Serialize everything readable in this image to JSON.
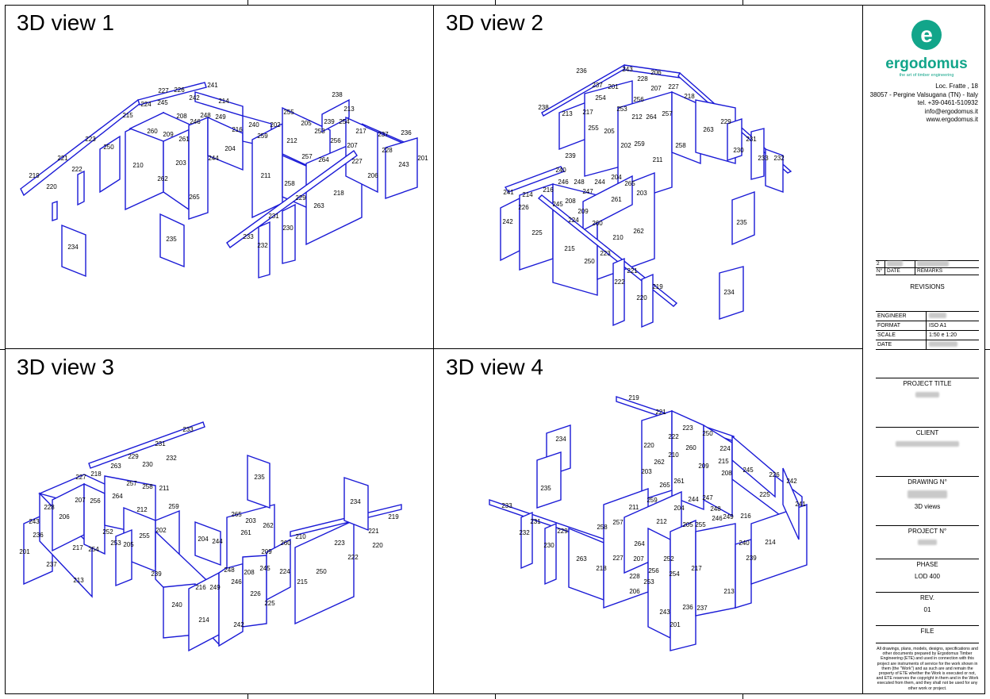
{
  "panels": [
    {
      "title": "3D view 1"
    },
    {
      "title": "3D view 2"
    },
    {
      "title": "3D view 3"
    },
    {
      "title": "3D view 4"
    }
  ],
  "views": [
    {
      "labels": [
        {
          "t": "219"
        },
        {
          "t": "220"
        },
        {
          "t": "221"
        },
        {
          "t": "222"
        },
        {
          "t": "223"
        },
        {
          "t": "250"
        },
        {
          "t": "215"
        },
        {
          "t": "224"
        },
        {
          "t": "245"
        },
        {
          "t": "227"
        },
        {
          "t": "226"
        },
        {
          "t": "242"
        },
        {
          "t": "241"
        },
        {
          "t": "214"
        },
        {
          "t": "208"
        },
        {
          "t": "246"
        },
        {
          "t": "248"
        },
        {
          "t": "249"
        },
        {
          "t": "216"
        },
        {
          "t": "240"
        },
        {
          "t": "260"
        },
        {
          "t": "209"
        },
        {
          "t": "261"
        },
        {
          "t": "203"
        },
        {
          "t": "210"
        },
        {
          "t": "262"
        },
        {
          "t": "265"
        },
        {
          "t": "244"
        },
        {
          "t": "204"
        },
        {
          "t": "259"
        },
        {
          "t": "202"
        },
        {
          "t": "255"
        },
        {
          "t": "205"
        },
        {
          "t": "253"
        },
        {
          "t": "239"
        },
        {
          "t": "254"
        },
        {
          "t": "238"
        },
        {
          "t": "213"
        },
        {
          "t": "217"
        },
        {
          "t": "237"
        },
        {
          "t": "236"
        },
        {
          "t": "212"
        },
        {
          "t": "256"
        },
        {
          "t": "207"
        },
        {
          "t": "228"
        },
        {
          "t": "201"
        },
        {
          "t": "211"
        },
        {
          "t": "257"
        },
        {
          "t": "264"
        },
        {
          "t": "227"
        },
        {
          "t": "243"
        },
        {
          "t": "258"
        },
        {
          "t": "206"
        },
        {
          "t": "218"
        },
        {
          "t": "229"
        },
        {
          "t": "263"
        },
        {
          "t": "231"
        },
        {
          "t": "230"
        },
        {
          "t": "233"
        },
        {
          "t": "232"
        },
        {
          "t": "234"
        },
        {
          "t": "235"
        }
      ]
    },
    {
      "labels": [
        {
          "t": "236"
        },
        {
          "t": "243"
        },
        {
          "t": "228"
        },
        {
          "t": "206"
        },
        {
          "t": "237"
        },
        {
          "t": "201"
        },
        {
          "t": "207"
        },
        {
          "t": "227"
        },
        {
          "t": "238"
        },
        {
          "t": "213"
        },
        {
          "t": "217"
        },
        {
          "t": "254"
        },
        {
          "t": "256"
        },
        {
          "t": "253"
        },
        {
          "t": "218"
        },
        {
          "t": "255"
        },
        {
          "t": "205"
        },
        {
          "t": "212"
        },
        {
          "t": "264"
        },
        {
          "t": "257"
        },
        {
          "t": "263"
        },
        {
          "t": "229"
        },
        {
          "t": "202"
        },
        {
          "t": "259"
        },
        {
          "t": "258"
        },
        {
          "t": "230"
        },
        {
          "t": "231"
        },
        {
          "t": "233"
        },
        {
          "t": "232"
        },
        {
          "t": "211"
        },
        {
          "t": "239"
        },
        {
          "t": "240"
        },
        {
          "t": "241"
        },
        {
          "t": "214"
        },
        {
          "t": "246"
        },
        {
          "t": "248"
        },
        {
          "t": "216"
        },
        {
          "t": "244"
        },
        {
          "t": "204"
        },
        {
          "t": "247"
        },
        {
          "t": "265"
        },
        {
          "t": "203"
        },
        {
          "t": "226"
        },
        {
          "t": "245"
        },
        {
          "t": "208"
        },
        {
          "t": "261"
        },
        {
          "t": "242"
        },
        {
          "t": "224"
        },
        {
          "t": "209"
        },
        {
          "t": "260"
        },
        {
          "t": "225"
        },
        {
          "t": "210"
        },
        {
          "t": "262"
        },
        {
          "t": "215"
        },
        {
          "t": "223"
        },
        {
          "t": "250"
        },
        {
          "t": "221"
        },
        {
          "t": "222"
        },
        {
          "t": "219"
        },
        {
          "t": "220"
        },
        {
          "t": "235"
        },
        {
          "t": "234"
        }
      ]
    },
    {
      "labels": [
        {
          "t": "233"
        },
        {
          "t": "231"
        },
        {
          "t": "232"
        },
        {
          "t": "229"
        },
        {
          "t": "230"
        },
        {
          "t": "263"
        },
        {
          "t": "218"
        },
        {
          "t": "227"
        },
        {
          "t": "257"
        },
        {
          "t": "258"
        },
        {
          "t": "211"
        },
        {
          "t": "264"
        },
        {
          "t": "212"
        },
        {
          "t": "207"
        },
        {
          "t": "256"
        },
        {
          "t": "228"
        },
        {
          "t": "206"
        },
        {
          "t": "243"
        },
        {
          "t": "236"
        },
        {
          "t": "201"
        },
        {
          "t": "259"
        },
        {
          "t": "252"
        },
        {
          "t": "253"
        },
        {
          "t": "205"
        },
        {
          "t": "255"
        },
        {
          "t": "202"
        },
        {
          "t": "217"
        },
        {
          "t": "254"
        },
        {
          "t": "237"
        },
        {
          "t": "213"
        },
        {
          "t": "235"
        },
        {
          "t": "234"
        },
        {
          "t": "219"
        },
        {
          "t": "221"
        },
        {
          "t": "220"
        },
        {
          "t": "223"
        },
        {
          "t": "222"
        },
        {
          "t": "250"
        },
        {
          "t": "215"
        },
        {
          "t": "224"
        },
        {
          "t": "265"
        },
        {
          "t": "203"
        },
        {
          "t": "262"
        },
        {
          "t": "261"
        },
        {
          "t": "260"
        },
        {
          "t": "210"
        },
        {
          "t": "209"
        },
        {
          "t": "245"
        },
        {
          "t": "204"
        },
        {
          "t": "244"
        },
        {
          "t": "248"
        },
        {
          "t": "246"
        },
        {
          "t": "208"
        },
        {
          "t": "226"
        },
        {
          "t": "225"
        },
        {
          "t": "249"
        },
        {
          "t": "216"
        },
        {
          "t": "239"
        },
        {
          "t": "240"
        },
        {
          "t": "214"
        },
        {
          "t": "242"
        }
      ]
    },
    {
      "labels": [
        {
          "t": "219"
        },
        {
          "t": "221"
        },
        {
          "t": "223"
        },
        {
          "t": "222"
        },
        {
          "t": "250"
        },
        {
          "t": "220"
        },
        {
          "t": "260"
        },
        {
          "t": "210"
        },
        {
          "t": "262"
        },
        {
          "t": "224"
        },
        {
          "t": "215"
        },
        {
          "t": "209"
        },
        {
          "t": "203"
        },
        {
          "t": "261"
        },
        {
          "t": "208"
        },
        {
          "t": "245"
        },
        {
          "t": "226"
        },
        {
          "t": "242"
        },
        {
          "t": "241"
        },
        {
          "t": "234"
        },
        {
          "t": "235"
        },
        {
          "t": "233"
        },
        {
          "t": "231"
        },
        {
          "t": "232"
        },
        {
          "t": "229"
        },
        {
          "t": "230"
        },
        {
          "t": "265"
        },
        {
          "t": "211"
        },
        {
          "t": "259"
        },
        {
          "t": "244"
        },
        {
          "t": "247"
        },
        {
          "t": "204"
        },
        {
          "t": "248"
        },
        {
          "t": "216"
        },
        {
          "t": "225"
        },
        {
          "t": "258"
        },
        {
          "t": "257"
        },
        {
          "t": "212"
        },
        {
          "t": "205"
        },
        {
          "t": "255"
        },
        {
          "t": "249"
        },
        {
          "t": "246"
        },
        {
          "t": "240"
        },
        {
          "t": "214"
        },
        {
          "t": "239"
        },
        {
          "t": "264"
        },
        {
          "t": "263"
        },
        {
          "t": "218"
        },
        {
          "t": "227"
        },
        {
          "t": "207"
        },
        {
          "t": "256"
        },
        {
          "t": "252"
        },
        {
          "t": "217"
        },
        {
          "t": "228"
        },
        {
          "t": "253"
        },
        {
          "t": "254"
        },
        {
          "t": "206"
        },
        {
          "t": "213"
        },
        {
          "t": "243"
        },
        {
          "t": "236"
        },
        {
          "t": "237"
        },
        {
          "t": "201"
        }
      ]
    }
  ],
  "title_block": {
    "company": "ergodomus",
    "tagline": "the art of timber engineering",
    "address": [
      "Loc. Fratte , 18",
      "38057 - Pergine Valsugana (TN) - Italy",
      "tel. +39-0461-510932",
      "info@ergodomus.it",
      "www.ergodomus.it"
    ],
    "revisions": {
      "rows": [
        {
          "n": "2",
          "date": "",
          "remarks": ""
        },
        {
          "n": "",
          "date": "",
          "remarks": ""
        }
      ],
      "head": {
        "n": "N°",
        "date": "DATE",
        "remarks": "REMARKS"
      },
      "title": "REVISIONS"
    },
    "info": [
      {
        "k": "ENGINEER",
        "v": ""
      },
      {
        "k": "FORMAT",
        "v": "ISO A1"
      },
      {
        "k": "SCALE",
        "v": "1:50 e 1:20"
      },
      {
        "k": "DATE",
        "v": ""
      }
    ],
    "project_title": {
      "label": "PROJECT TITLE",
      "value": ""
    },
    "client": {
      "label": "CLIENT",
      "value": ""
    },
    "drawing": {
      "label": "DRAWING N°",
      "value": "3D views"
    },
    "project_n": {
      "label": "PROJECT N°",
      "value": ""
    },
    "phase": {
      "label": "PHASE",
      "value": "LOD 400"
    },
    "rev": {
      "label": "REV.",
      "value": "01"
    },
    "file": {
      "label": "FILE",
      "value": ""
    },
    "disclaimer": "All drawings, plans, models, designs, specifications and other documents prepared by Ergodomus Timber Engineering (ETE) and used in connection with this project are instruments of service for the work shown in them (the \"Work\") and as such are and remain the property of ETE whether the Work is executed or not, and ETE reserves the copyright in them and in the Work executed from them, and they shall not be used for any other work or project."
  },
  "colors": {
    "wall_stroke": "#1a1ad6",
    "logo": "#12a58a"
  }
}
